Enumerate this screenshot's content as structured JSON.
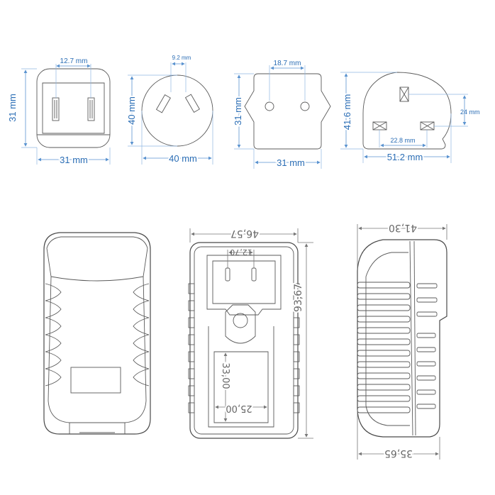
{
  "plugs": {
    "us": {
      "pin_spacing": "12.7 mm",
      "height": "31 mm",
      "width": "31 mm"
    },
    "au": {
      "pin_gap": "9.2 mm",
      "height": "40 mm",
      "width": "40 mm"
    },
    "eu": {
      "pin_spacing": "18.7 mm",
      "height": "31 mm",
      "width": "31 mm"
    },
    "uk": {
      "height": "41.6 mm",
      "pin_offset": "24 mm",
      "pin_spacing": "22.8 mm",
      "width": "51.2 mm"
    }
  },
  "adapter": {
    "back_width": "46,57",
    "back_height": "93,67",
    "prong_spacing": "12,70",
    "recess_height": "33,00",
    "recess_width": "25,00",
    "side_top_width": "41,30",
    "side_bottom_width": "35,65"
  },
  "colors": {
    "dimension_blue": "#2a6db5",
    "dimension_line": "#5a93d0",
    "outline": "#4a4a4a"
  }
}
